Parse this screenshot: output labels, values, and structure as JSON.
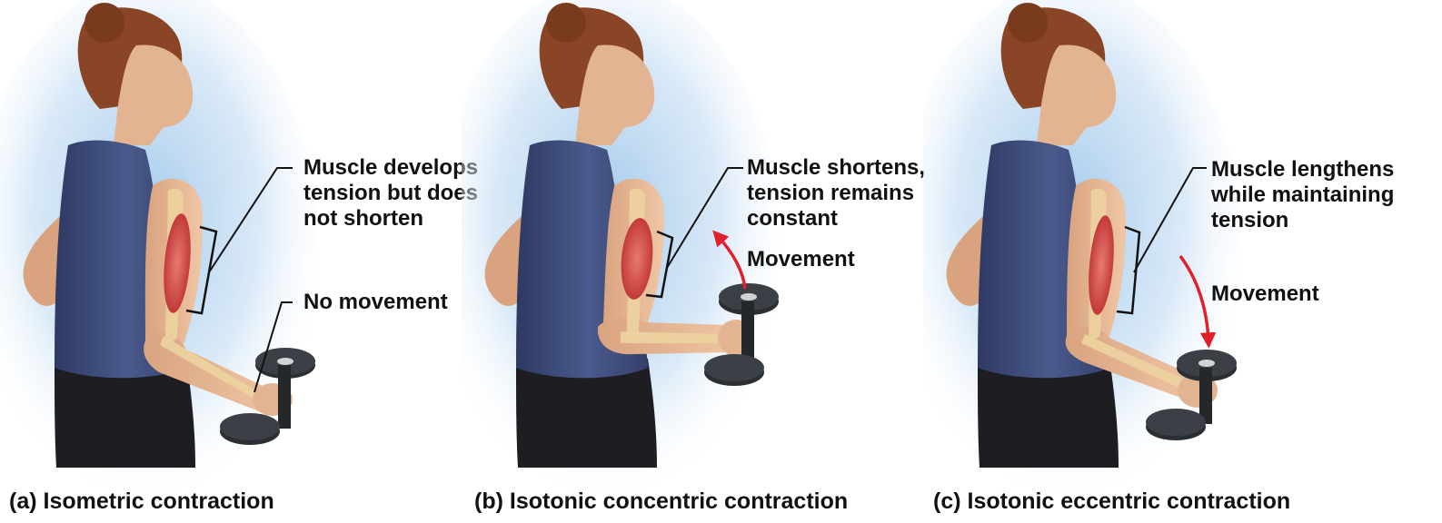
{
  "panels": [
    {
      "caption": "(a) Isometric contraction",
      "tension_label": [
        "Muscle develops",
        "tension but does",
        "not shorten"
      ],
      "movement_label": "No movement"
    },
    {
      "caption": "(b) Isotonic concentric contraction",
      "tension_label": [
        "Muscle shortens,",
        "tension remains",
        "constant"
      ],
      "movement_label": "Movement"
    },
    {
      "caption": "(c) Isotonic eccentric contraction",
      "tension_label": [
        "Muscle lengthens",
        "while maintaining",
        "tension"
      ],
      "movement_label": "Movement"
    }
  ],
  "colors": {
    "shirt": "#3d4a78",
    "pants": "#1e1e22",
    "skin": "#e2b491",
    "hair": "#8a4526",
    "bone": "#ecd3a0",
    "muscle": "#d24a4a",
    "arrow": "#e0202a",
    "dumbbell": "#2a2f33",
    "background_glow": "#9ec6ea"
  }
}
